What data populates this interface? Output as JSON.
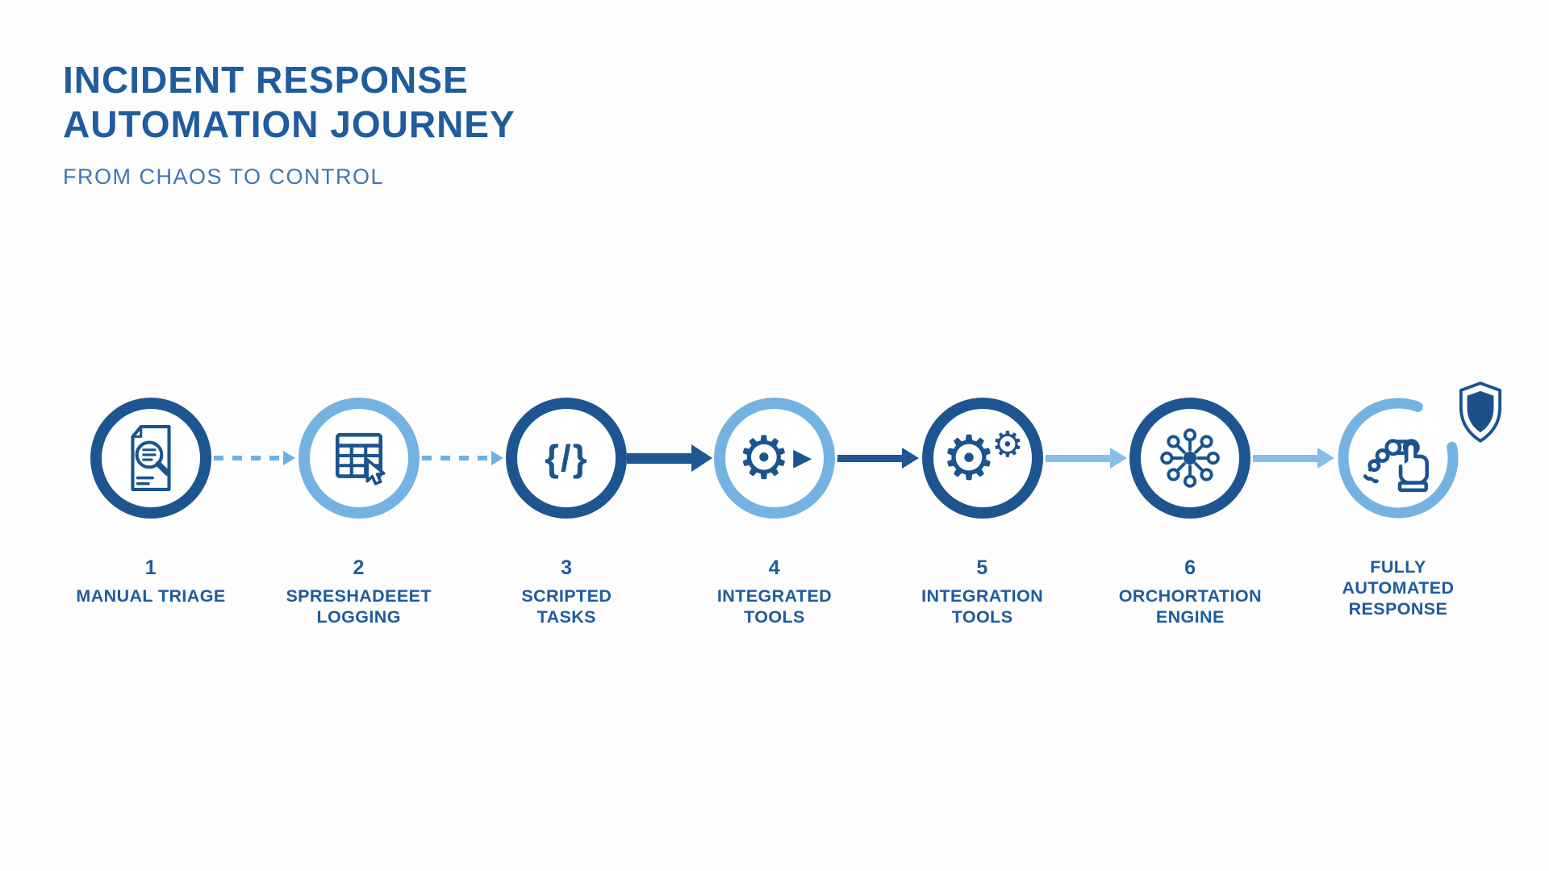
{
  "header": {
    "title_line1": "INCIDENT RESPONSE",
    "title_line2": "AUTOMATION JOURNEY",
    "subtitle": "FROM CHAOS TO CONTROL"
  },
  "colors": {
    "dark_blue": "#1d5590",
    "light_blue": "#74b2e2",
    "arrow_light_blue": "#85bfe9",
    "title_blue": "#1f5c9e",
    "subtitle_blue": "#3f77ad",
    "shield_fill": "#1d4f8b",
    "background": "#fdfdfe"
  },
  "icons": {
    "code_glyph": "{/}",
    "gear_glyph": "⚙",
    "play_glyph": "▶"
  },
  "steps": [
    {
      "number": "1",
      "line1": "MANUAL TRIAGE",
      "line2": "",
      "line3": "",
      "icon": "document-search-icon",
      "ring": "dark"
    },
    {
      "number": "2",
      "line1": "SPRESHADEEET",
      "line2": "LOGGING",
      "line3": "",
      "icon": "spreadsheet-cursor-icon",
      "ring": "light"
    },
    {
      "number": "3",
      "line1": "SCRIPTED",
      "line2": "TASKS",
      "line3": "",
      "icon": "code-icon",
      "ring": "dark"
    },
    {
      "number": "4",
      "line1": "INTEGRATED",
      "line2": "TOOLS",
      "line3": "",
      "icon": "gear-play-icon",
      "ring": "light"
    },
    {
      "number": "5",
      "line1": "INTEGRATION",
      "line2": "TOOLS",
      "line3": "",
      "icon": "gears-icon",
      "ring": "dark"
    },
    {
      "number": "6",
      "line1": "ORCHORTATION",
      "line2": "ENGINE",
      "line3": "",
      "icon": "network-hub-icon",
      "ring": "dark"
    },
    {
      "line1": "FULLY",
      "line2": "AUTOMATED",
      "line3": "RESPONSE",
      "icon": "robot-arm-icon",
      "ring": "light",
      "badge": "shield-icon"
    }
  ],
  "connectors": [
    {
      "type": "dashed-light"
    },
    {
      "type": "dashed-light"
    },
    {
      "type": "solid-dark-thick"
    },
    {
      "type": "solid-dark"
    },
    {
      "type": "solid-light"
    },
    {
      "type": "solid-light"
    }
  ]
}
